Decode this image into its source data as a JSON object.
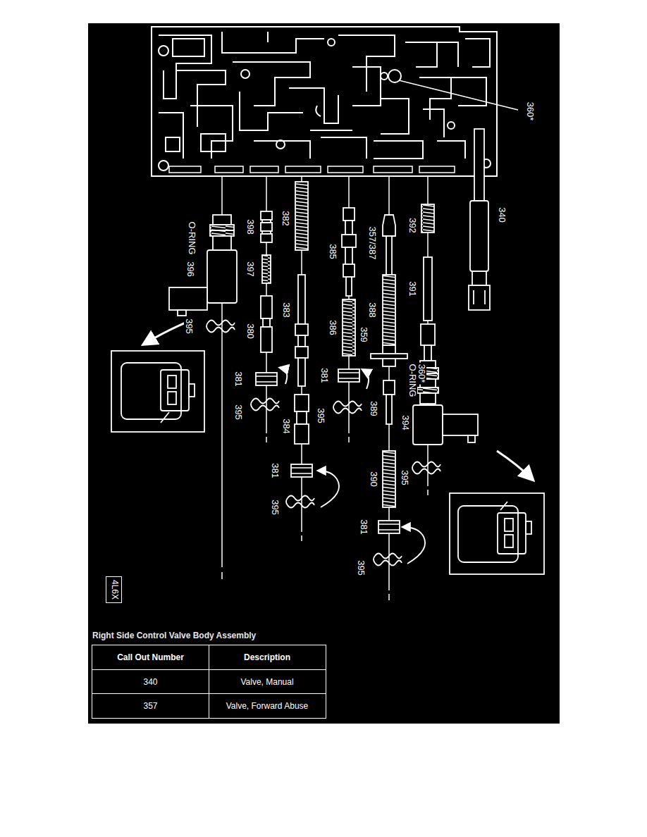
{
  "diagram": {
    "title": "Right Side Control Valve Body Assembly",
    "nodes": [
      {
        "text": [
          "4L6X"
        ]
      }
    ],
    "labels": [
      "360*",
      "O-RING",
      "396",
      "395",
      "398",
      "397",
      "380",
      "381",
      "395",
      "382",
      "383",
      "384",
      "381",
      "395",
      "385",
      "386",
      "381",
      "395",
      "357/387",
      "388",
      "359",
      "360*",
      "389",
      "390",
      "381",
      "395",
      "392",
      "391",
      "O-RING",
      "394",
      "395",
      "340",
      "Call Out Number",
      "Description",
      "340",
      "Valve, Manual",
      "357",
      "Valve, Forward Abuse"
    ]
  }
}
